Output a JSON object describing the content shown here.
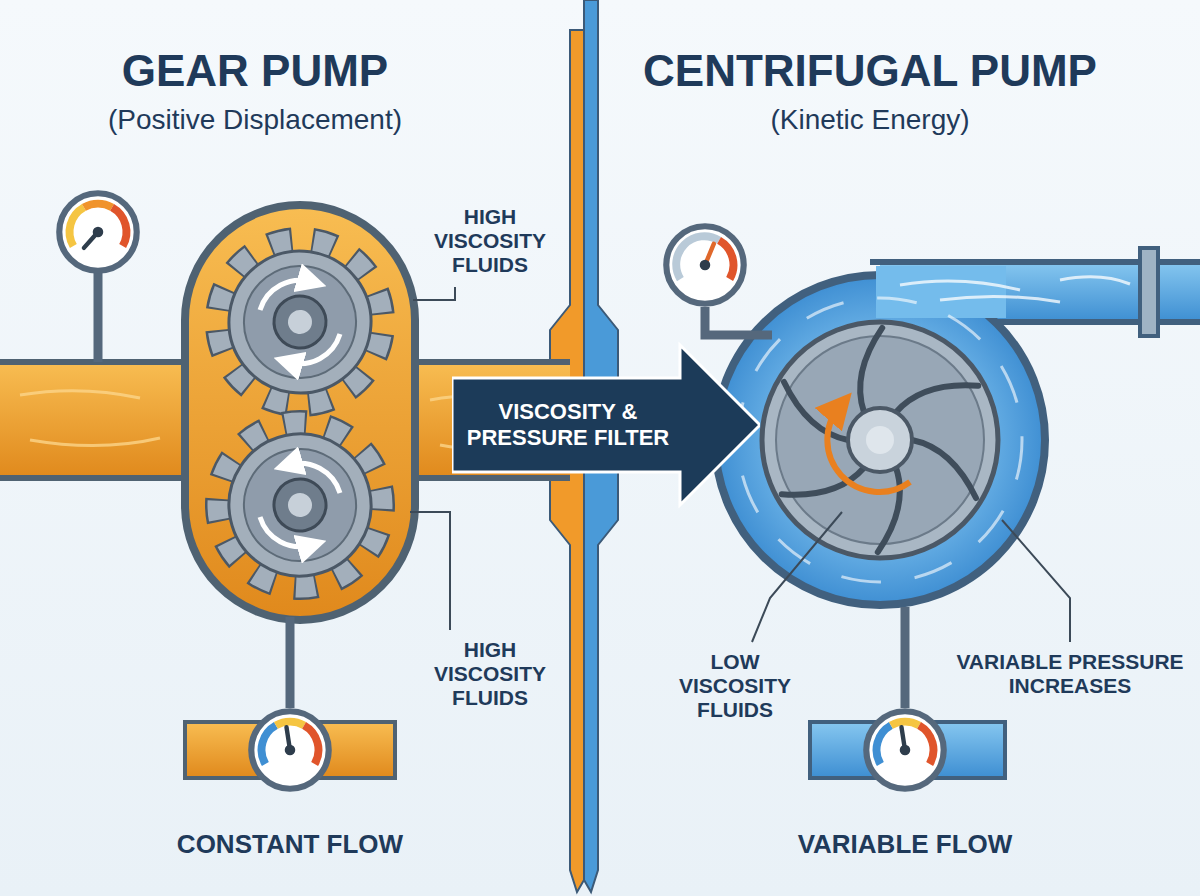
{
  "diagram": {
    "nodes": [
      {
        "text": [
          "VISCOSITY & PRESSURE FILTER"
        ]
      }
    ],
    "labels": [
      "GEAR PUMP",
      "(Positive Displacement)",
      "CENTRIFUGAL PUMP",
      "(Kinetic Energy)",
      "HIGH VISCOSITY FLUIDS",
      "HIGH VISCOSITY FLUIDS",
      "CONSTANT FLOW",
      "LOW VISCOSITY FLUIDS",
      "VARIABLE PRESSURE INCREASES",
      "VARIABLE FLOW"
    ]
  }
}
